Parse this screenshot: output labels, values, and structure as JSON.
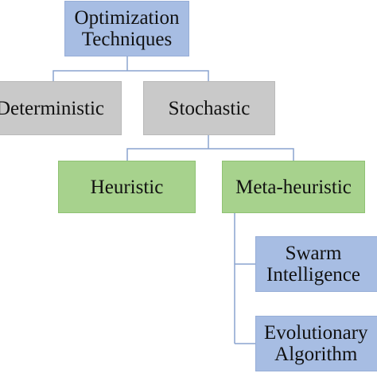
{
  "diagram": {
    "root": {
      "line1": "Optimization",
      "line2": "Techniques"
    },
    "deterministic": {
      "label": "Deterministic"
    },
    "stochastic": {
      "label": "Stochastic"
    },
    "heuristic": {
      "label": "Heuristic"
    },
    "meta_heuristic": {
      "label": "Meta-heuristic"
    },
    "swarm": {
      "line1": "Swarm",
      "line2": "Intelligence"
    },
    "evolutionary": {
      "line1": "Evolutionary",
      "line2": "Algorithm"
    },
    "colors": {
      "blue_box": "#a7bde3",
      "gray_box": "#c9c9c9",
      "green_box": "#a7d28d",
      "connector": "#8aa4cf"
    }
  }
}
